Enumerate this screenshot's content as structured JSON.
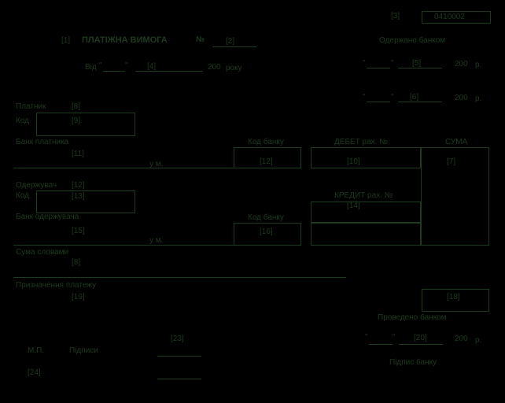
{
  "form": {
    "top_ref": "[3]",
    "code": "0410002",
    "number_ref": "[1]",
    "title": "ПЛАТІЖНА  ВИМОГА",
    "no_label": "№",
    "no_ref": "[2]",
    "date_from_prefix": "Від",
    "date_quote_open": "\"",
    "date_quote_close": "\"",
    "date_ref": "[4]",
    "year": "200",
    "year_suffix": "року",
    "received_label": "Одержано банком",
    "received_ref1": "[5]",
    "received_year": "200",
    "received_year_suffix": "р.",
    "received_ref2": "[6]",
    "payer_label": "Платник",
    "payer_ref": "[8]",
    "payer_code_label": "Код",
    "payer_code_ref": "[9]",
    "payer_bank_label": "Банк платника",
    "payer_bank_ref": "[11]",
    "payer_city": "у м.",
    "bank_code_label": "Код банку",
    "bank_code_ref": "[12]",
    "debit_label": "ДЕБЕТ рах. №",
    "debit_ref": "[10]",
    "sum_label": "СУМА",
    "sum_ref": "[7]",
    "recipient_label": "Одержувач",
    "recipient_ref": "[12]",
    "recipient_code_label": "Код",
    "recipient_code_ref": "[13]",
    "recipient_bank_label": "Банк одержувача",
    "recipient_bank_ref": "[15]",
    "recipient_city": "у м.",
    "recipient_bank_code_label": "Код банку",
    "recipient_bank_code_ref": "[16]",
    "credit_label": "КРЕДИТ рах. №",
    "credit_ref": "[14]",
    "amount_words_label": "Сума словами",
    "amount_words_ref": "[8]",
    "purpose_label": "Призначення платежу",
    "purpose_ref": "[19]",
    "right_box_ref": "[18]",
    "conducted_label": "Проведено банком",
    "conducted_ref": "[20]",
    "conducted_year": "200",
    "conducted_year_suffix": "р.",
    "bank_sign_label": "Підпис банку",
    "mp_label": "М.П.",
    "signature_label": "Підписи",
    "sign_ref": "[23]",
    "mp_ref": "[24]"
  }
}
